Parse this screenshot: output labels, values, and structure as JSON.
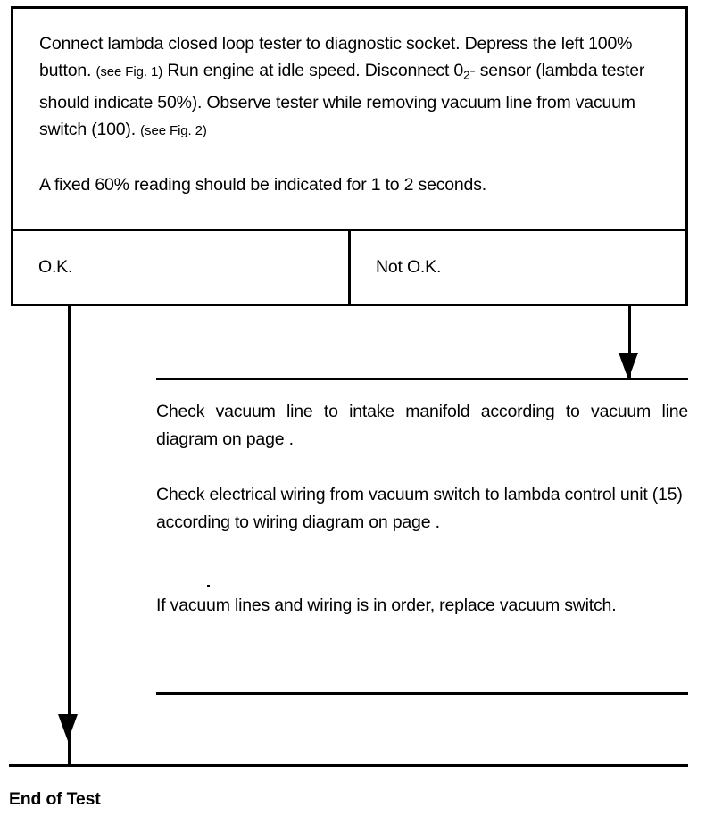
{
  "document": {
    "type": "diagnostic-test-flowchart",
    "title": "Lambda Closed Loop Tester Procedure"
  },
  "instruction_box": {
    "paragraph_1": {
      "segment_1": "Connect lambda closed loop tester to diagnostic socket. Depress the left 100% button. ",
      "note_1": "(see Fig. 1)",
      "segment_2": " Run engine at idle speed. Disconnect 0",
      "subscript_1": "2",
      "segment_3": "- sensor (lambda tester should indicate 50%). Observe tester while removing vacuum line from vacuum switch (100). ",
      "note_2": "(see Fig. 2)"
    },
    "paragraph_2": "A fixed 60% reading should be indicated for 1 to 2 seconds."
  },
  "outcomes": {
    "ok_label": "O.K.",
    "not_ok_label": "Not O.K."
  },
  "advice_panel": {
    "paragraph_1": "Check vacuum line to intake manifold according to vacuum line diagram on page .",
    "paragraph_2": "Check electrical wiring from vacuum switch to lambda control unit (15) according to wiring diagram on page .",
    "paragraph_3": "If vacuum lines and wiring is in order, replace vacuum switch."
  },
  "footer": {
    "end_label": "End of Test"
  },
  "colors": {
    "ink": "#000000",
    "paper": "#ffffff"
  }
}
